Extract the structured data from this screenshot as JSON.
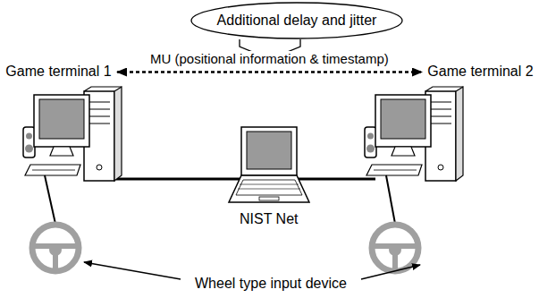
{
  "diagram": {
    "nodes": [
      {
        "text": [
          "Additional delay and jitter"
        ]
      },
      {
        "text": [
          "Game terminal 1"
        ]
      },
      {
        "text": [
          "Game terminal 2"
        ]
      }
    ],
    "edges": [
      {
        "from": 1,
        "to": 2,
        "arrow": "both",
        "label": "MU (positional information & timestamp)"
      }
    ],
    "labels": [
      "NIST Net",
      "Wheel type input device"
    ]
  }
}
